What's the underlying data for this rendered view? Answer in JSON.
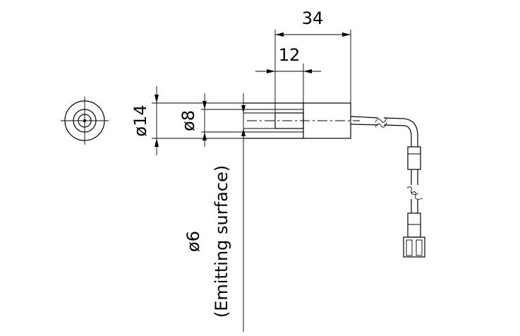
{
  "dimensions": {
    "length_total": "34",
    "length_sleeve": "12",
    "diameter_outer": "ø14",
    "diameter_inner": "ø8",
    "emitting_diameter": "ø6"
  },
  "annotations": {
    "emitting_label": "(Emitting surface)"
  },
  "colors": {
    "line": "#000000",
    "background": "#ffffff"
  }
}
